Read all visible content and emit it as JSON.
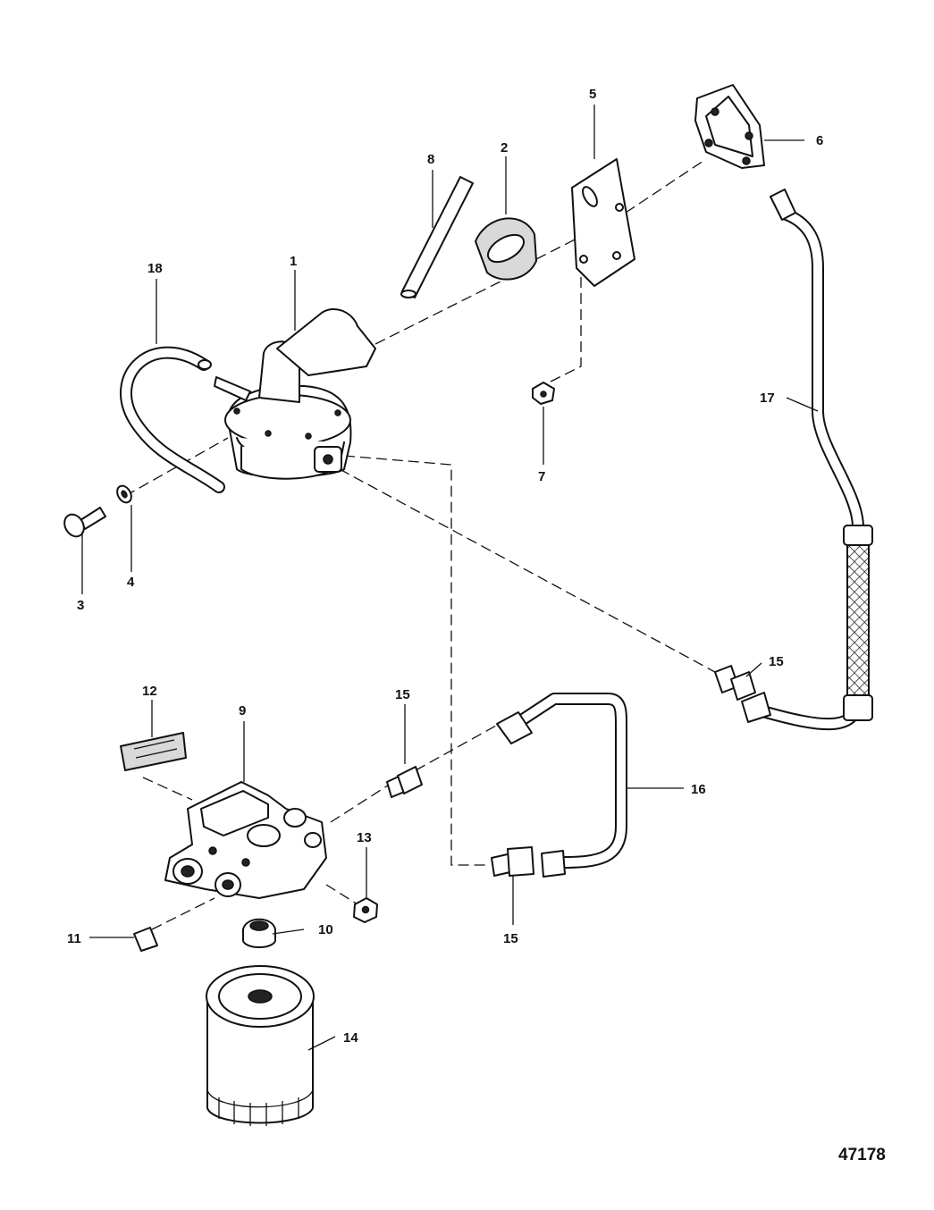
{
  "figure_number": "47178",
  "callouts": {
    "p1": "1",
    "p2": "2",
    "p3": "3",
    "p4": "4",
    "p5": "5",
    "p6": "6",
    "p7": "7",
    "p8": "8",
    "p9": "9",
    "p10": "10",
    "p11": "11",
    "p12": "12",
    "p13": "13",
    "p14": "14",
    "p15a": "15",
    "p15b": "15",
    "p15c": "15",
    "p16": "16",
    "p17": "17",
    "p18": "18"
  }
}
